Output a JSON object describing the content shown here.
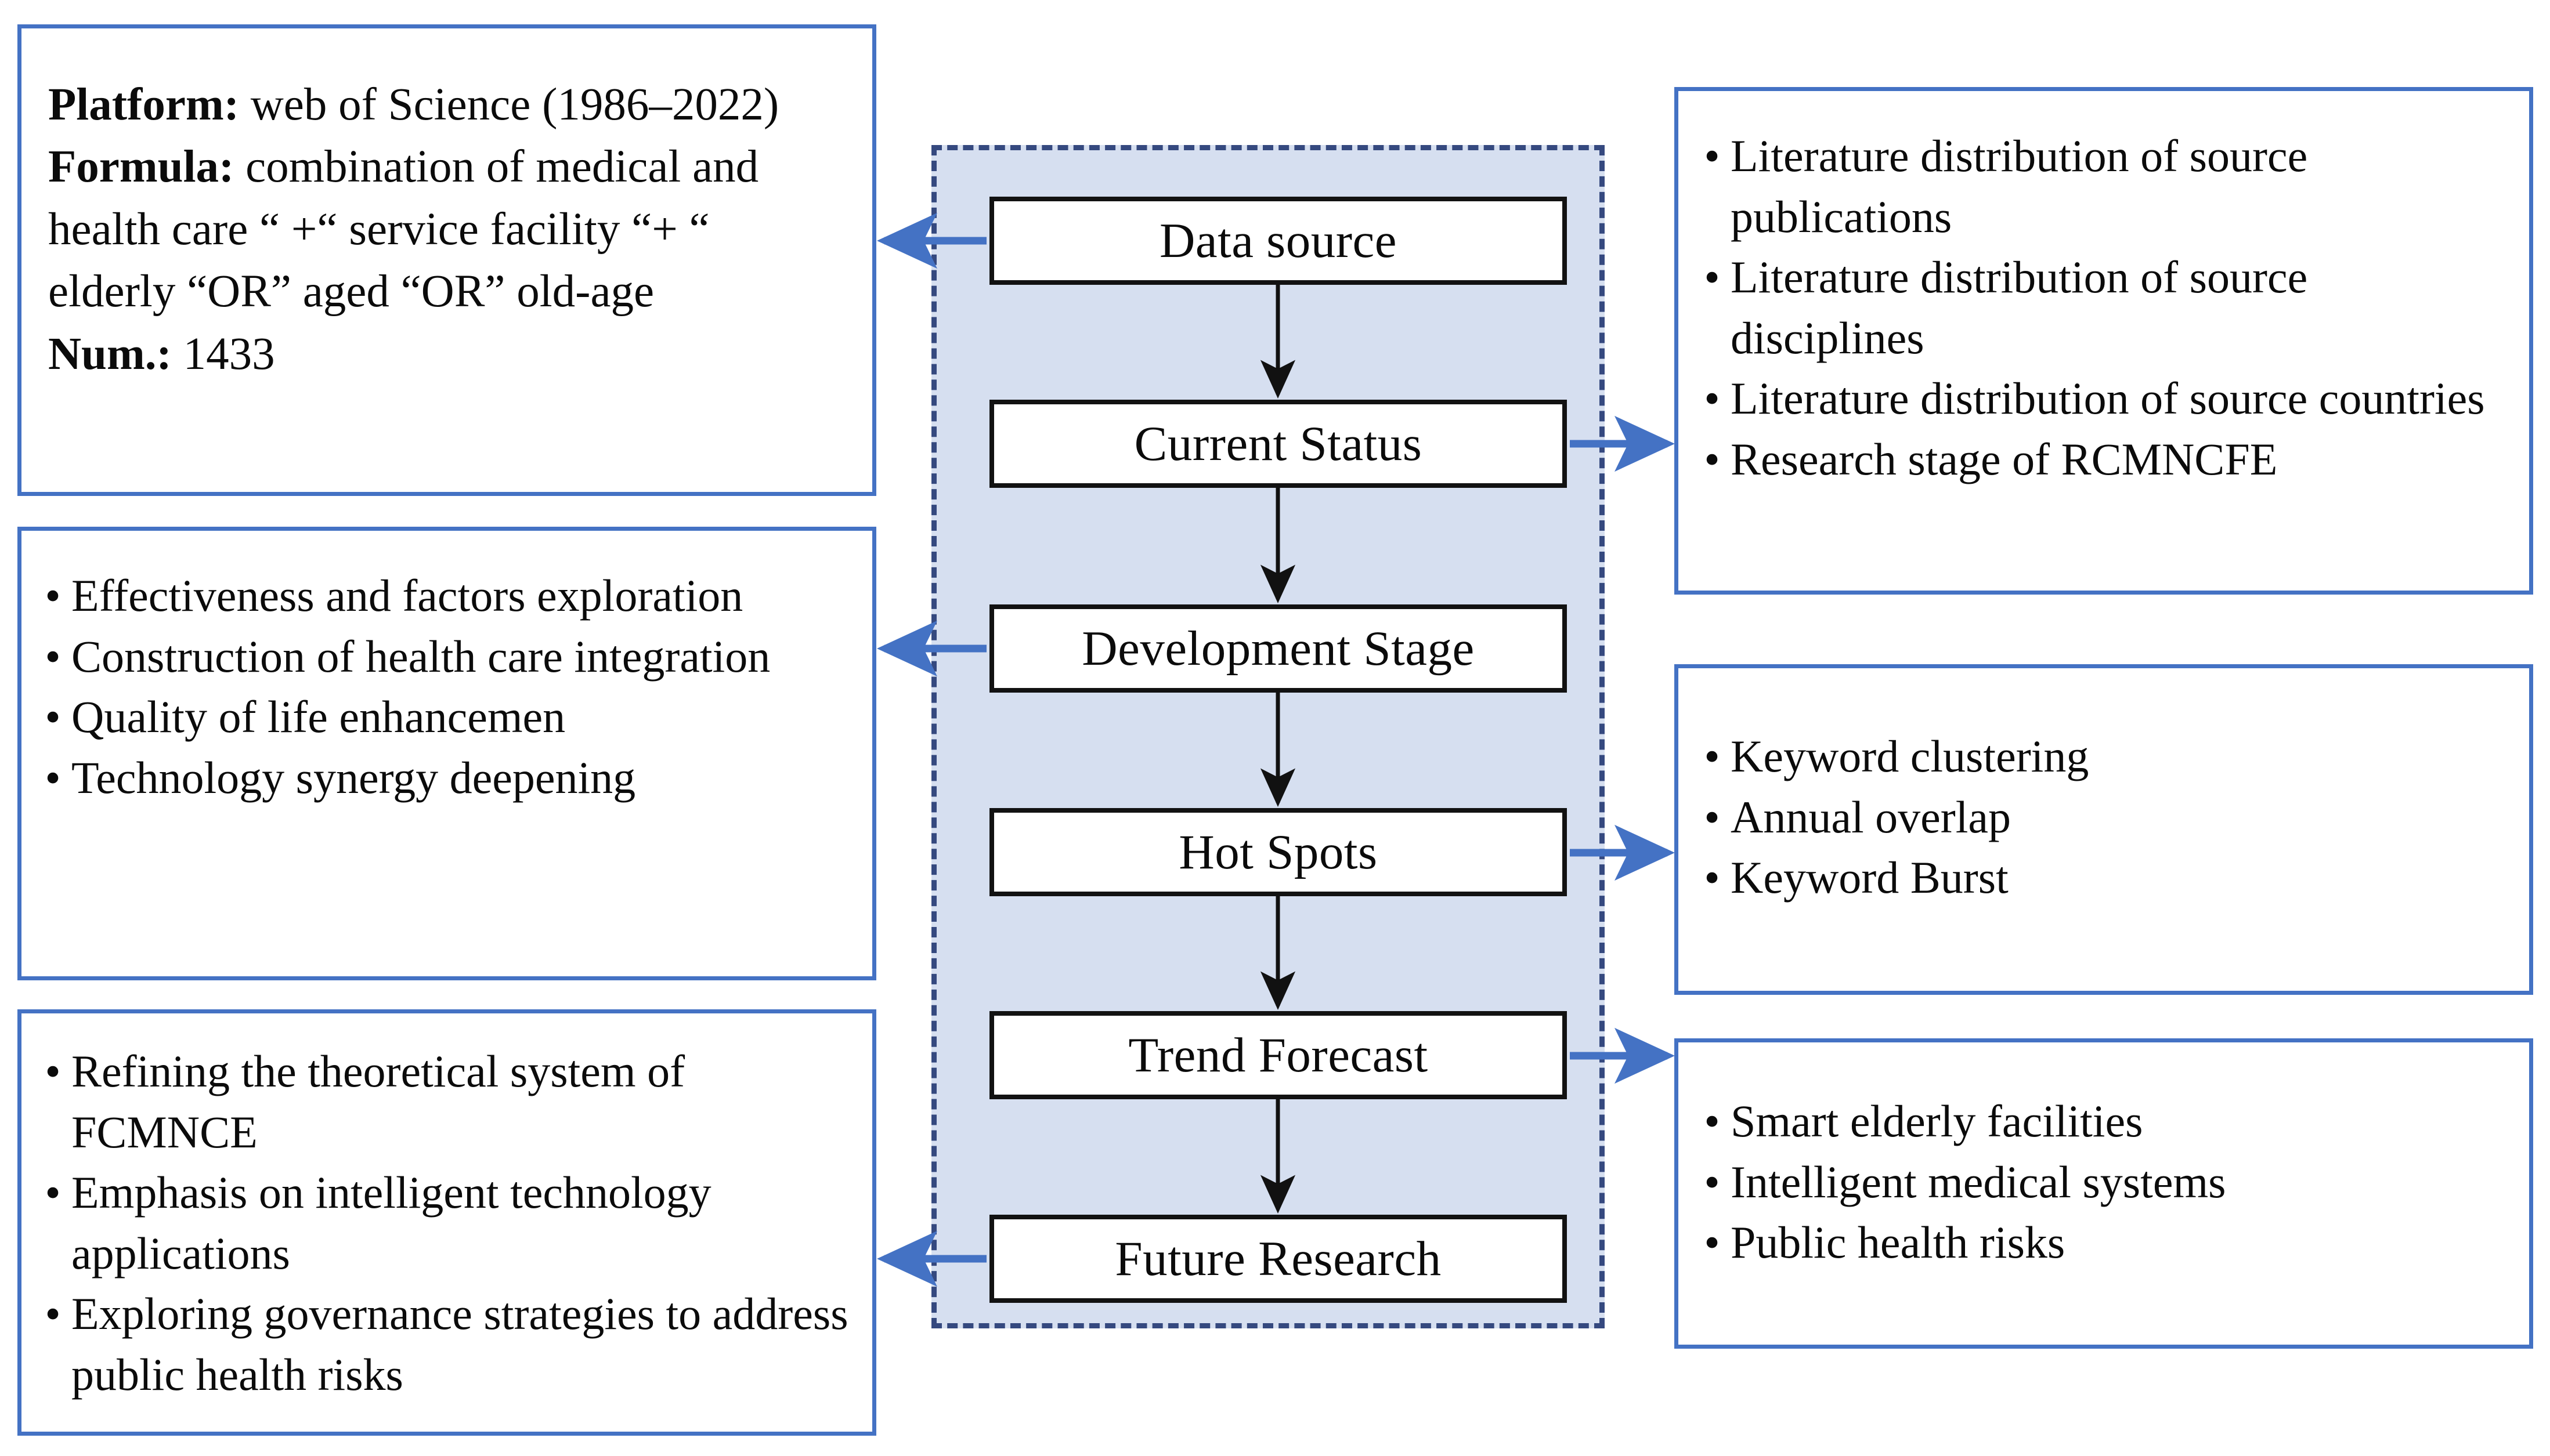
{
  "colors": {
    "accent_blue": "#4472C4",
    "dashed_border": "#35497F",
    "container_fill": "#D6DFF0",
    "stage_border": "#121212",
    "arrow_black": "#111111"
  },
  "flow": {
    "stages": [
      {
        "id": "data-source",
        "label": "Data source"
      },
      {
        "id": "current-status",
        "label": "Current Status"
      },
      {
        "id": "development-stage",
        "label": "Development Stage"
      },
      {
        "id": "hot-spots",
        "label": "Hot Spots"
      },
      {
        "id": "trend-forecast",
        "label": "Trend Forecast"
      },
      {
        "id": "future-research",
        "label": "Future Research"
      }
    ]
  },
  "left_boxes": [
    {
      "id": "data-source-detail",
      "linked_stage": "Data source",
      "lines": [
        {
          "label": "Platform:",
          "value": " web of Science (1986–2022)"
        },
        {
          "label": "Formula:",
          "value": " combination of medical and health care  “ +“ service facility “+ “  elderly “OR” aged “OR” old-age"
        },
        {
          "label": "Num.:",
          "value": " 1433"
        }
      ]
    },
    {
      "id": "development-stage-detail",
      "linked_stage": "Development Stage",
      "bullet": "•",
      "items": [
        "Effectiveness and factors exploration",
        "Construction of health care integration",
        "Quality of life enhancemen",
        "Technology synergy deepening"
      ]
    },
    {
      "id": "future-research-detail",
      "linked_stage": "Future Research",
      "bullet": "•",
      "items": [
        "Refining the theoretical system of FCMNCE",
        "Emphasis on intelligent technology applications",
        "Exploring governance strategies to address public health risks"
      ]
    }
  ],
  "right_boxes": [
    {
      "id": "current-status-detail",
      "linked_stage": "Current Status",
      "bullet": "•",
      "items": [
        "Literature distribution of source publications",
        "Literature distribution of source disciplines",
        "Literature distribution of source countries",
        "Research stage of RCMNCFE"
      ]
    },
    {
      "id": "hot-spots-detail",
      "linked_stage": "Hot Spots",
      "bullet": "•",
      "items": [
        "Keyword clustering",
        "Annual overlap",
        "Keyword Burst"
      ]
    },
    {
      "id": "trend-forecast-detail",
      "linked_stage": "Trend Forecast",
      "bullet": "•",
      "items": [
        "Smart elderly facilities",
        "Intelligent medical systems",
        "Public health risks"
      ]
    }
  ]
}
